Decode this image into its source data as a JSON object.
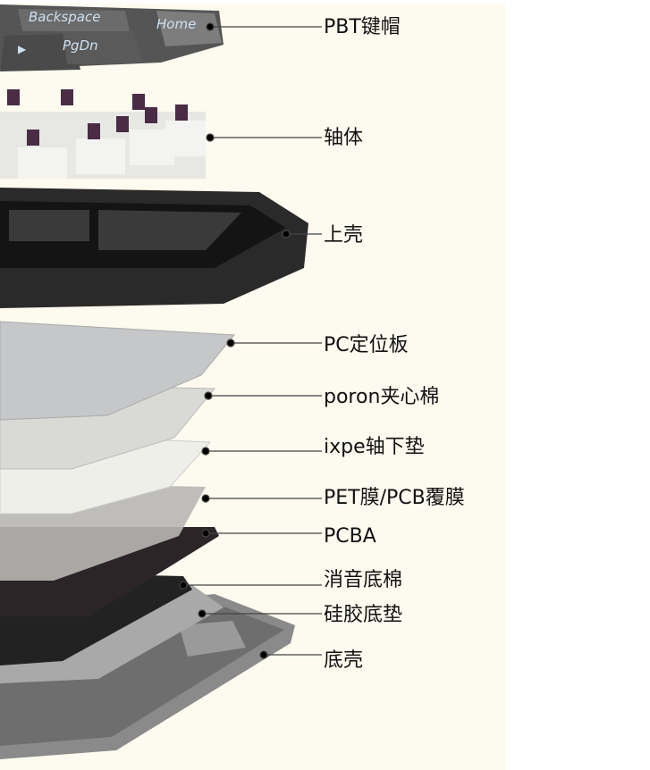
{
  "layers": [
    {
      "id": "keycaps",
      "label": "PBT键帽"
    },
    {
      "id": "switches",
      "label": "轴体"
    },
    {
      "id": "top-case",
      "label": "上壳"
    },
    {
      "id": "pc-plate",
      "label": "PC定位板"
    },
    {
      "id": "poron-foam",
      "label": "poron夹心棉"
    },
    {
      "id": "ixpe-pad",
      "label": "ixpe轴下垫"
    },
    {
      "id": "pet-film",
      "label": "PET膜/PCB覆膜"
    },
    {
      "id": "pcba",
      "label": "PCBA"
    },
    {
      "id": "sound-foam",
      "label": "消音底棉"
    },
    {
      "id": "silicone-pad",
      "label": "硅胶底垫"
    },
    {
      "id": "bottom-case",
      "label": "底壳"
    }
  ],
  "keycap_legends": {
    "backspace": "Backspace",
    "pgdn": "PgDn",
    "home": "Home",
    "arrow": "▶"
  }
}
